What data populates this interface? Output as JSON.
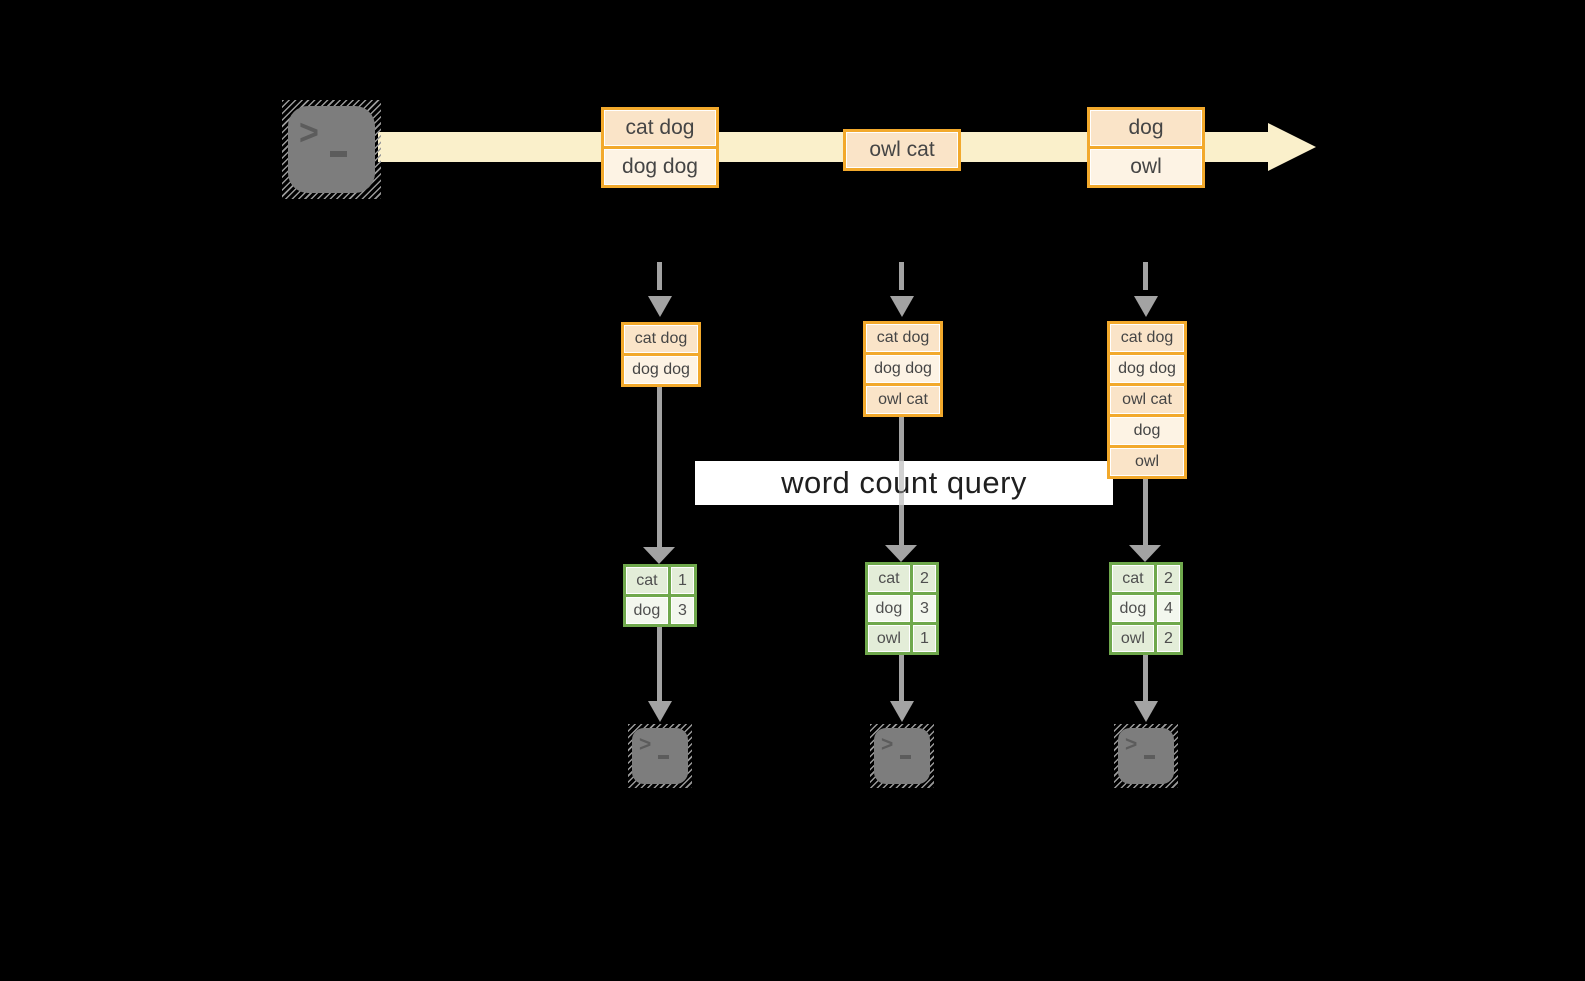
{
  "query_label": "word count query",
  "colors": {
    "background": "#000000",
    "stream_band": "#faf0cb",
    "box_border": "#f2a92c",
    "box_cell_dark": "#fae4c8",
    "box_cell_light": "#fdf3e4",
    "table_border": "#6fa84c",
    "table_cell_dark": "#e3edd8",
    "table_cell_light": "#f3f7ee",
    "connector_gray": "#a3a3a3",
    "terminal_gray": "#7d7d7d"
  },
  "stream": {
    "source_icon": "terminal-icon",
    "batches": [
      {
        "lines": [
          "cat dog",
          "dog dog"
        ]
      },
      {
        "lines": [
          "owl cat"
        ]
      },
      {
        "lines": [
          "dog",
          "owl"
        ]
      }
    ]
  },
  "columns": [
    {
      "snapshot": [
        "cat dog",
        "dog dog"
      ],
      "counts": [
        {
          "word": "cat",
          "count": "1"
        },
        {
          "word": "dog",
          "count": "3"
        }
      ]
    },
    {
      "snapshot": [
        "cat dog",
        "dog dog",
        "owl cat"
      ],
      "counts": [
        {
          "word": "cat",
          "count": "2"
        },
        {
          "word": "dog",
          "count": "3"
        },
        {
          "word": "owl",
          "count": "1"
        }
      ]
    },
    {
      "snapshot": [
        "cat dog",
        "dog dog",
        "owl cat",
        "dog",
        "owl"
      ],
      "counts": [
        {
          "word": "cat",
          "count": "2"
        },
        {
          "word": "dog",
          "count": "4"
        },
        {
          "word": "owl",
          "count": "2"
        }
      ]
    }
  ]
}
